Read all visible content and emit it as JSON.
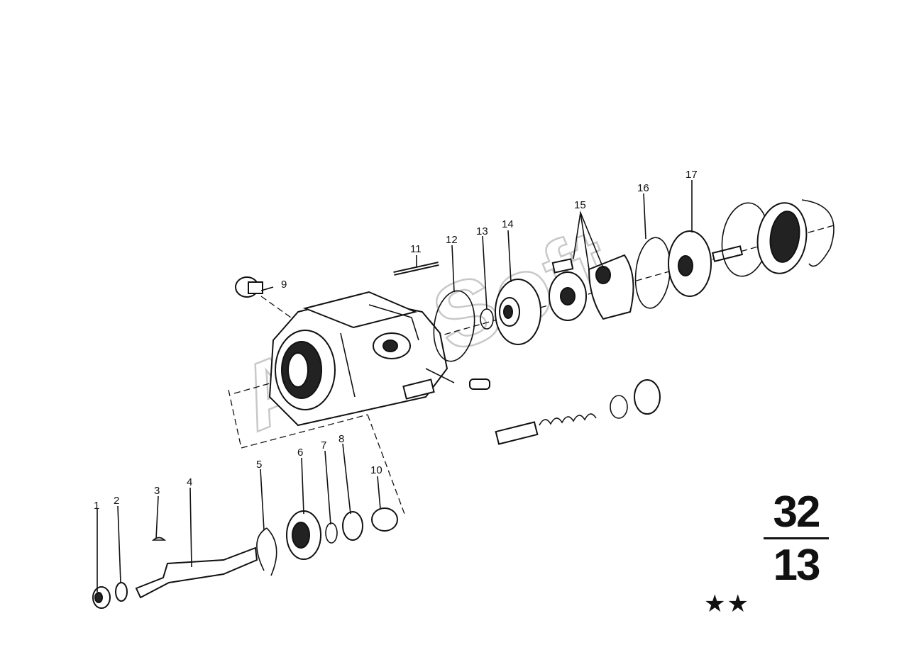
{
  "watermark": "AutoSoft",
  "callouts": [
    "1",
    "2",
    "3",
    "4",
    "5",
    "6",
    "7",
    "8",
    "9",
    "10",
    "11",
    "12",
    "13",
    "14",
    "15",
    "16",
    "17"
  ],
  "group_code": {
    "main": "32",
    "sub": "13"
  },
  "stars": "★★"
}
